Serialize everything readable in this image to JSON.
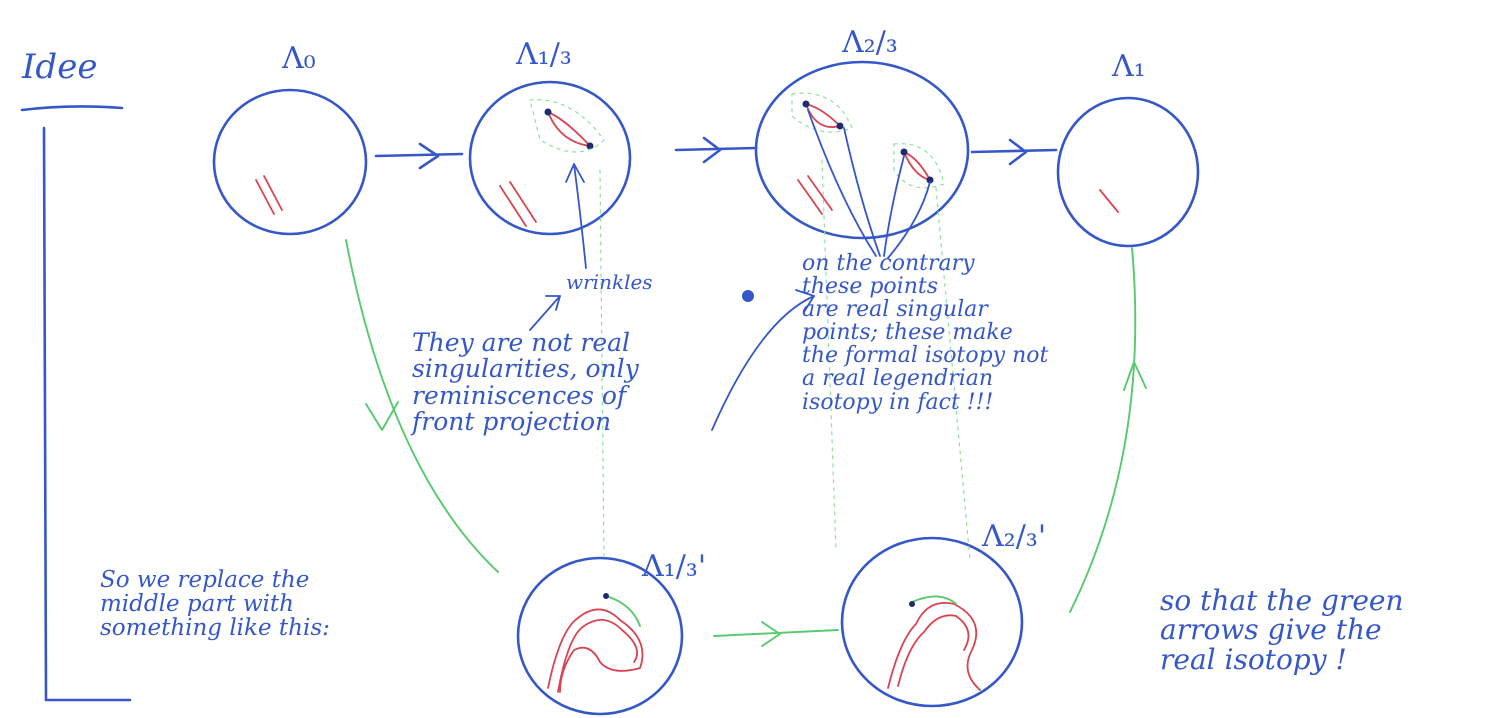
{
  "heading": "Idee",
  "labels": {
    "lambda_0": "Λ₀",
    "lambda_1_3": "Λ₁/₃",
    "lambda_2_3": "Λ₂/₃",
    "lambda_1": "Λ₁",
    "lambda_1_3_prime": "Λ₁/₃'",
    "lambda_2_3_prime": "Λ₂/₃'"
  },
  "notes": {
    "wrinkles": "wrinkles",
    "not_real_singularities": "They are not real\nsingularities, only\nreminiscences of\nfront projection",
    "real_singular_points": "on the contrary\nthese points\nare real singular\npoints; these make\nthe formal isotopy not\na real legendrian\nisotopy in fact !!!",
    "replace_middle": "So we replace the\nmiddle part with\nsomething like this:",
    "green_arrows": "so that the green\narrows give the\nreal isotopy !"
  },
  "colors": {
    "ink_blue": "#3557c8",
    "ink_green": "#57c96e",
    "ink_red": "#d94452",
    "paper": "#ffffff"
  }
}
